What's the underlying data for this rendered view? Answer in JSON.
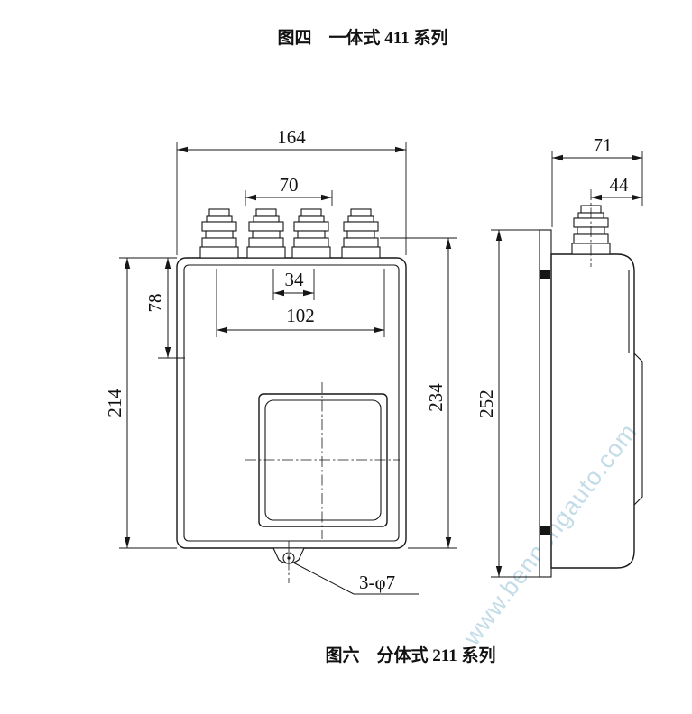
{
  "figure": {
    "top_caption": "图四　一体式 411 系列",
    "bottom_caption": "图六　分体式 211 系列"
  },
  "watermark": {
    "text": "www.bennengauto.com",
    "color": "#9cc6da"
  },
  "colors": {
    "line": "#161616",
    "background": "#ffffff"
  },
  "front_view": {
    "dim_overall_width": "164",
    "dim_gland_pitch": "70",
    "dim_inner_small": "34",
    "dim_inner_large": "102",
    "dim_top_section": "78",
    "dim_body_height": "214",
    "dim_overall_height": "234",
    "hole_callout": "3-φ7"
  },
  "side_view": {
    "dim_overall_depth": "71",
    "dim_gland_offset": "44",
    "dim_overall_height": "252"
  }
}
